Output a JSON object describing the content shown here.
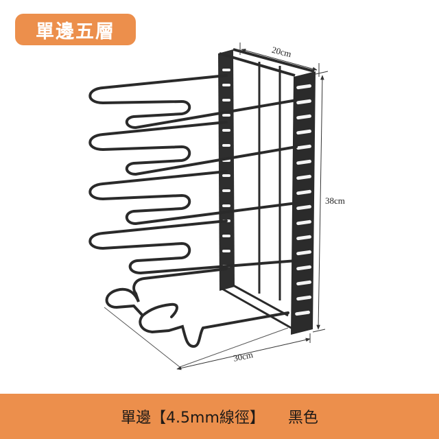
{
  "badge": {
    "label": "單邊五層",
    "color": "#ec8f4c"
  },
  "product": {
    "name": "pot-lid-rack",
    "tiers": 5,
    "color_hex": "#2b2b2b",
    "dimensions": {
      "depth": "20cm",
      "height": "38cm",
      "width": "30cm"
    }
  },
  "footer": {
    "spec": "單邊【4.5mm線徑】",
    "color_option": "黑色",
    "background": "#ec8f4c"
  }
}
